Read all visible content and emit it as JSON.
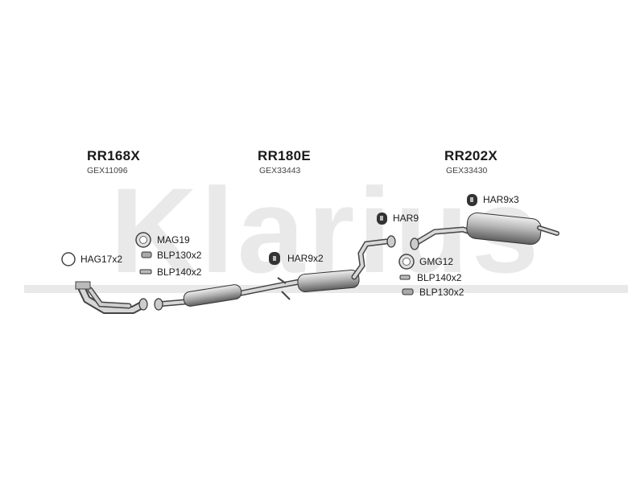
{
  "watermark": {
    "text": "Klarius",
    "color": "#e9e9e9"
  },
  "sections": [
    {
      "title": "RR168X",
      "code": "GEX11096"
    },
    {
      "title": "RR180E",
      "code": "GEX33443"
    },
    {
      "title": "RR202X",
      "code": "GEX33430"
    }
  ],
  "parts": {
    "mag19": "MAG19",
    "hag17x2": "HAG17x2",
    "blp130x2_left": "BLP130x2",
    "blp140x2_left": "BLP140x2",
    "har9x2": "HAR9x2",
    "har9": "HAR9",
    "har9x3": "HAR9x3",
    "gmg12": "GMG12",
    "blp140x2_right": "BLP140x2",
    "blp130x2_right": "BLP130x2"
  }
}
